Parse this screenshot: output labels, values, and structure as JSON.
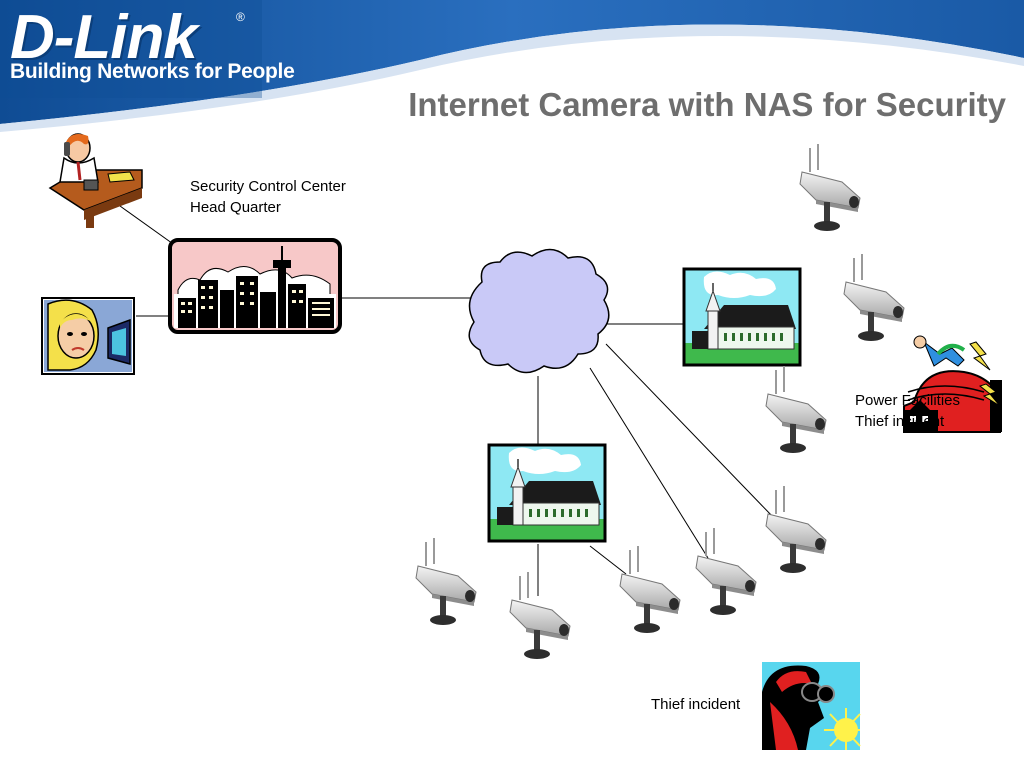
{
  "header": {
    "brand": "D-Link",
    "registered_mark": "®",
    "tagline": "Building Networks for People",
    "colors": {
      "banner": "#1d5ea8",
      "banner_dark": "#0b3e7a",
      "title": "#6e6e6e"
    }
  },
  "slide": {
    "title": "Internet Camera with NAS for Security"
  },
  "labels": {
    "hq_line1": "Security Control Center",
    "hq_line2": "Head Quarter",
    "power_line1": "Power Facilities",
    "power_line2": "Thief incident",
    "thief": "Thief incident"
  },
  "icons": {
    "operator": "operator-on-phone-icon",
    "monitor_person": "woman-at-monitor-icon",
    "headquarters": "city-skyline-icon",
    "internet": "internet-cloud-icon",
    "site": "church-building-icon",
    "camera": "security-camera-icon",
    "power_incident": "power-facility-incident-icon",
    "thief": "thief-figure-icon"
  }
}
